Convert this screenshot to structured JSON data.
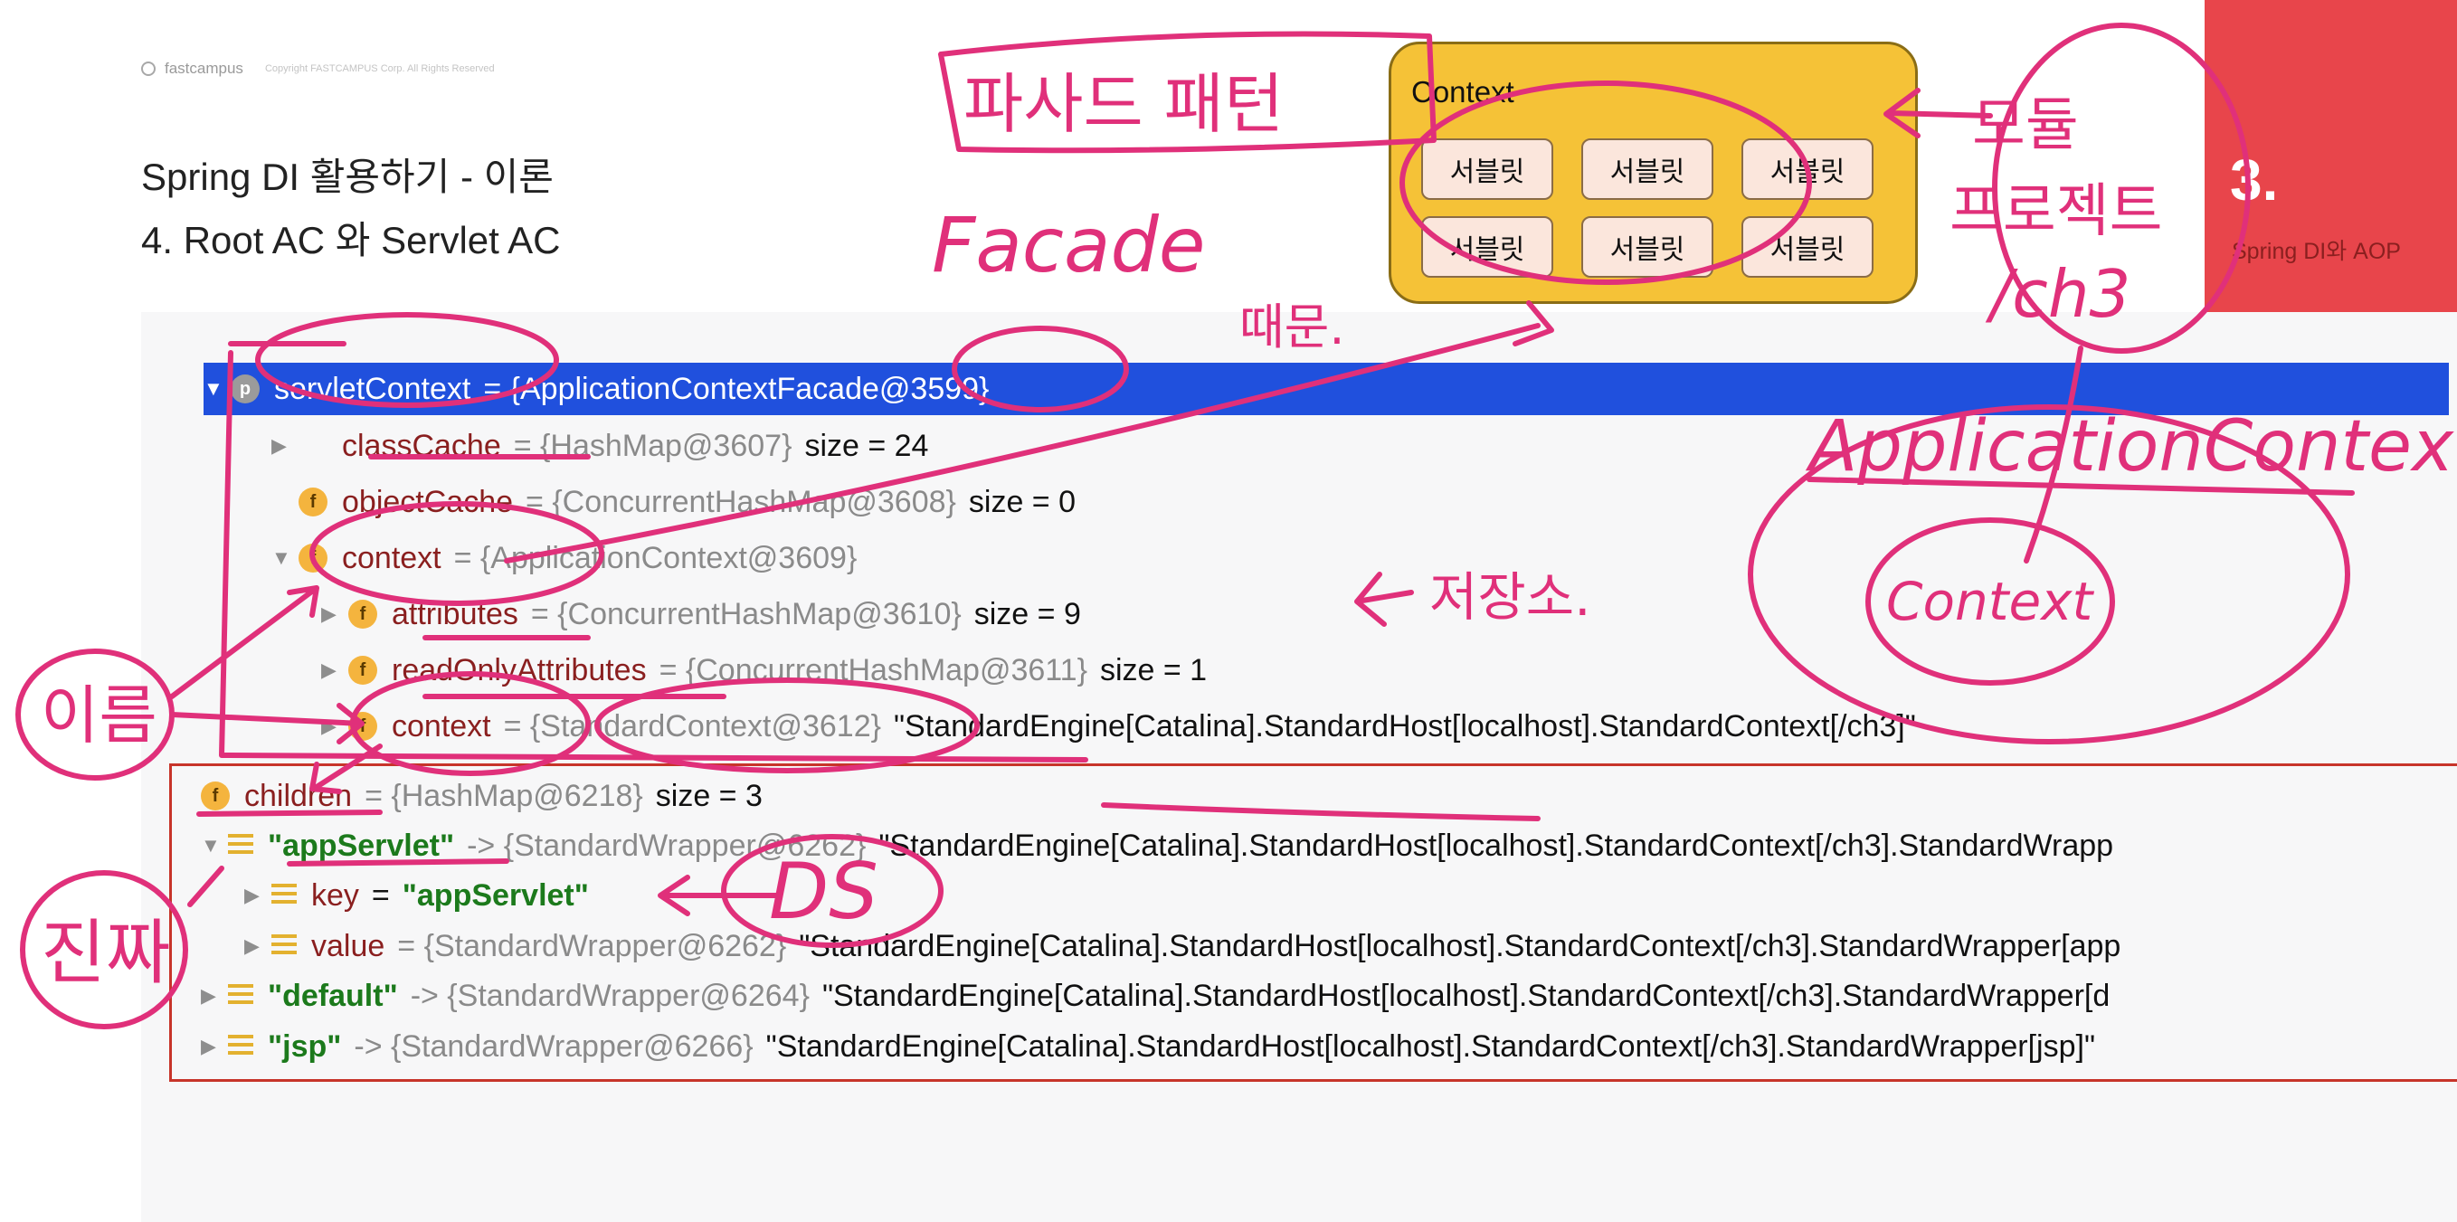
{
  "header": {
    "brand": "fastcampus",
    "copyright": "Copyright FASTCAMPUS Corp. All Rights Reserved",
    "title_line1": "Spring DI 활용하기 - 이론",
    "title_line2": "4.  Root AC 와 Servlet AC"
  },
  "chapter": {
    "number": "3.",
    "name": "Spring DI와 AOP",
    "color": "#e8454b"
  },
  "diagram": {
    "title": "Context",
    "servlets": [
      "서블릿",
      "서블릿",
      "서블릿",
      "서블릿",
      "서블릿",
      "서블릿"
    ],
    "fill": "#f5c237"
  },
  "debugger": {
    "rows": [
      {
        "name": "servletContext",
        "value": "= {ApplicationContextFacade@3599}",
        "extra": ""
      },
      {
        "name": "classCache",
        "value": "= {HashMap@3607}",
        "extra": "size = 24"
      },
      {
        "name": "objectCache",
        "value": "= {ConcurrentHashMap@3608}",
        "extra": "size = 0"
      },
      {
        "name": "context",
        "value": "= {ApplicationContext@3609}",
        "extra": ""
      },
      {
        "name": "attributes",
        "value": "= {ConcurrentHashMap@3610}",
        "extra": "size = 9"
      },
      {
        "name": "readOnlyAttributes",
        "value": "= {ConcurrentHashMap@3611}",
        "extra": "size = 1"
      },
      {
        "name": "context",
        "value": "= {StandardContext@3612}",
        "extra": "\"StandardEngine[Catalina].StandardHost[localhost].StandardContext[/ch3]\""
      },
      {
        "name": "children",
        "value": "= {HashMap@6218}",
        "extra": "size = 3"
      },
      {
        "name": "\"appServlet\"",
        "value": "-> {StandardWrapper@6262}",
        "extra": "\"StandardEngine[Catalina].StandardHost[localhost].StandardContext[/ch3].StandardWrapp"
      },
      {
        "name": "key",
        "value": "=",
        "extra": "\"appServlet\""
      },
      {
        "name": "value",
        "value": "= {StandardWrapper@6262}",
        "extra": "\"StandardEngine[Catalina].StandardHost[localhost].StandardContext[/ch3].StandardWrapper[app"
      },
      {
        "name": "\"default\"",
        "value": "-> {StandardWrapper@6264}",
        "extra": "\"StandardEngine[Catalina].StandardHost[localhost].StandardContext[/ch3].StandardWrapper[d"
      },
      {
        "name": "\"jsp\"",
        "value": "-> {StandardWrapper@6266}",
        "extra": "\"StandardEngine[Catalina].StandardHost[localhost].StandardContext[/ch3].StandardWrapper[jsp]\""
      }
    ]
  },
  "annotations": {
    "facade_kr": "파사드 패턴",
    "facade_en": "Facade",
    "because": "때문.",
    "module": "모듈",
    "project": "프로젝트",
    "ch3": "/ch3",
    "application_context": "ApplicationContext",
    "context": "Context",
    "storage": "저장소.",
    "name": "이름",
    "real": "진짜",
    "ds": "DS",
    "ink_color": "#e0307a"
  }
}
